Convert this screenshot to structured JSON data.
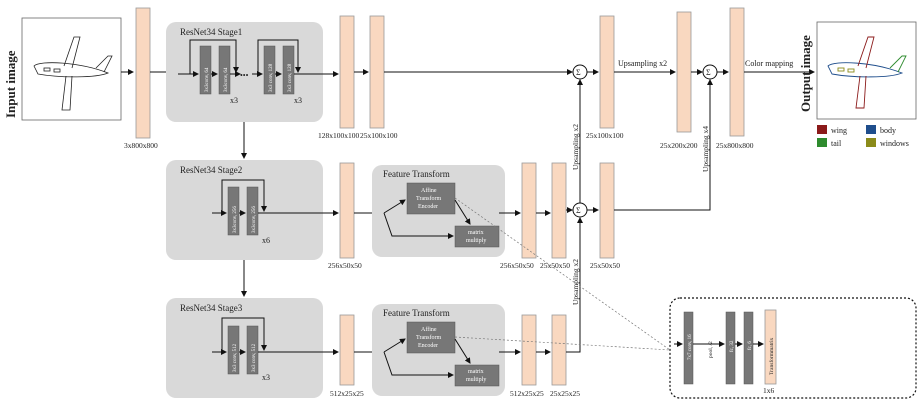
{
  "input": {
    "title": "Input image",
    "size": "3x800x800"
  },
  "output": {
    "title": "Output image"
  },
  "stage1": {
    "title": "ResNet34 Stage1",
    "conv_a1": "3x3conv, 64",
    "conv_a2": "3x3conv, 64",
    "rep_a": "x3",
    "dots": "•••",
    "conv_b1": "3x3 conv, 128",
    "conv_b2": "3x3 conv, 128",
    "rep_b": "x3"
  },
  "stage2": {
    "title": "ResNet34 Stage2",
    "conv1": "3x3conv, 256",
    "conv2": "3x3conv, 256",
    "rep": "x6"
  },
  "stage3": {
    "title": "ResNet34 Stage3",
    "conv1": "3x3 conv, 512",
    "conv2": "3x3 conv, 512",
    "rep": "x3"
  },
  "ft2": {
    "title": "Feature Transform",
    "encoder": [
      "Affine",
      "Transform",
      "Encoder"
    ],
    "matmul": [
      "matrix",
      "multiply"
    ]
  },
  "ft3": {
    "title": "Feature Transform",
    "encoder": [
      "Affine",
      "Transform",
      "Encoder"
    ],
    "matmul": [
      "matrix",
      "multiply"
    ]
  },
  "sizes": {
    "s1a": "128x100x100",
    "s1b": "25x100x100",
    "s1c": "25x100x100",
    "s1d": "25x200x200",
    "s1e": "25x800x800",
    "s2a": "256x50x50",
    "s2b": "256x50x50",
    "s2c": "25x50x50",
    "s2d": "25x50x50",
    "s3a": "512x25x25",
    "s3b": "512x25x25",
    "s3c": "25x25x25"
  },
  "ops": {
    "up2_top": "Upsampling x2",
    "color": "Color mapping",
    "up2_v1": "Upsampling x2",
    "up4_v": "Upsampling x4",
    "up2_v2": "Upsampling x2",
    "sum": "Σ"
  },
  "encoder_detail": {
    "c1": "7x7 conv, 16",
    "pool": "pool, /2",
    "fc1": "fc, 32",
    "fc2": "fc, 6",
    "out": "Transformmatrix",
    "outsize": "1x6"
  },
  "legend": [
    {
      "label": "wing",
      "color": "#8b1a1a"
    },
    {
      "label": "body",
      "color": "#1f4e8c"
    },
    {
      "label": "tail",
      "color": "#2e8b2e"
    },
    {
      "label": "windows",
      "color": "#8b8b1a"
    }
  ]
}
